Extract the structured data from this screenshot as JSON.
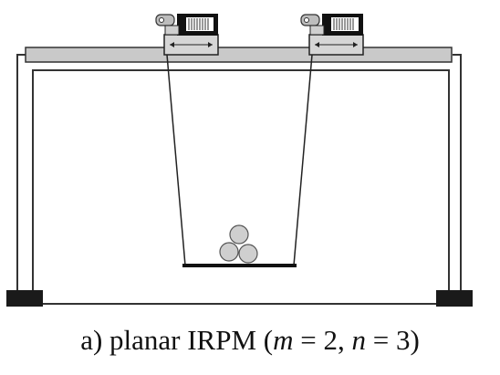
{
  "caption": {
    "prefix": "a) planar IRPM (",
    "var_m": "m",
    "eq_m": " = 2, ",
    "var_n": "n",
    "eq_n": " = 3)"
  },
  "colors": {
    "frame_line": "#333333",
    "beam_fill": "#c9c9c9",
    "foot_fill": "#1a1a1a",
    "ball_fill": "#cfcfcf",
    "cable": "#222222"
  },
  "icons": [
    "winch-left-icon",
    "winch-right-icon"
  ]
}
